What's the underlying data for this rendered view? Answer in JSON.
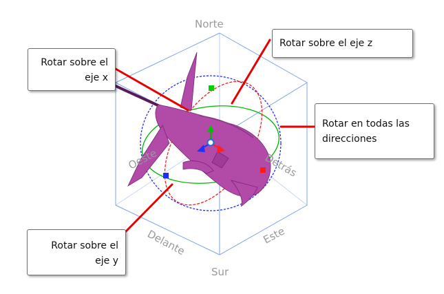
{
  "directions": {
    "north": "Norte",
    "south": "Sur",
    "east": "Este",
    "west": "Oeste",
    "front": "Delante",
    "back": "Detrás"
  },
  "callouts": {
    "rotate_x": "Rotar sobre el eje x",
    "rotate_z": "Rotar sobre el eje z",
    "rotate_all": "Rotar en todas las direcciones",
    "rotate_y": "Rotar sobre el eje y"
  },
  "colors": {
    "box": "#7fa3e6",
    "model": "#b24aa8",
    "x_axis": "#ff0000",
    "y_axis": "#0000ff",
    "z_axis": "#00c000",
    "pointer": "#e60000"
  },
  "icons": {
    "model": "aircraft-3d-model",
    "gizmo": "rotation-manipulator"
  }
}
